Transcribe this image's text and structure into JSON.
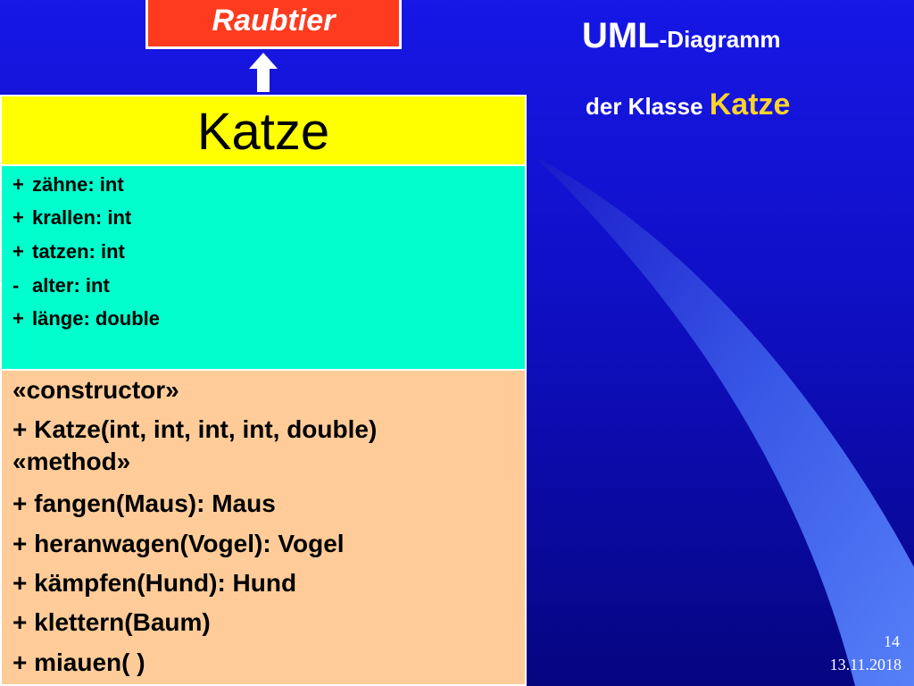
{
  "title": {
    "uml": "UML",
    "rest": "-Diagramm"
  },
  "subtitle": {
    "prefix": "der Klasse ",
    "class_name": "Katze"
  },
  "parent_class": {
    "name": "Raubtier"
  },
  "class": {
    "name": "Katze",
    "attributes": [
      {
        "visibility": "+",
        "text": "zähne: int"
      },
      {
        "visibility": "+",
        "text": "krallen: int"
      },
      {
        "visibility": "+",
        "text": "tatzen: int"
      },
      {
        "visibility": "-",
        "text": "alter: int"
      },
      {
        "visibility": "+",
        "text": "länge: double"
      }
    ],
    "operations": [
      "«constructor»",
      "+ Katze(int, int, int, int, double)",
      "«method»",
      "+ fangen(Maus): Maus",
      "+ heranwagen(Vogel): Vogel",
      "+ kämpfen(Hund): Hund",
      "+ klettern(Baum)",
      "+ miauen( )"
    ]
  },
  "footer": {
    "page_number": "14",
    "date": "13.11.2018"
  },
  "colors": {
    "background": "#1010c8",
    "parent_box": "#ff3b1f",
    "class_name_box": "#ffff00",
    "attribute_box": "#00ffcc",
    "operation_box": "#ffcc99",
    "accent_text": "#ffd42a"
  }
}
